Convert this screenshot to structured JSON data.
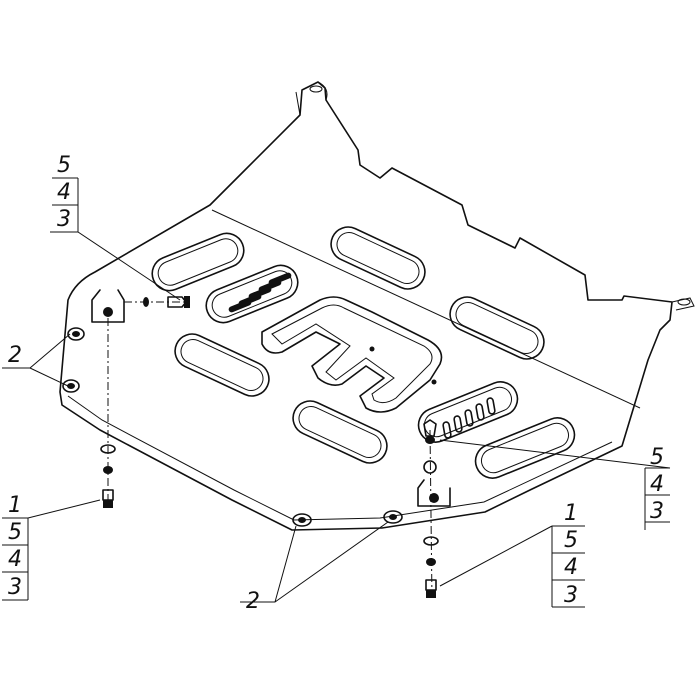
{
  "callouts": {
    "top_left_stack": [
      "5",
      "4",
      "3"
    ],
    "left_group_label": "2",
    "bottom_left_stack": [
      "1",
      "5",
      "4",
      "3"
    ],
    "bottom_group_label": "2",
    "right_stack": [
      "5",
      "4",
      "3"
    ],
    "bottom_right_stack": [
      "1",
      "5",
      "4",
      "3"
    ]
  },
  "colors": {
    "line": "#111111",
    "background": "#ffffff"
  }
}
